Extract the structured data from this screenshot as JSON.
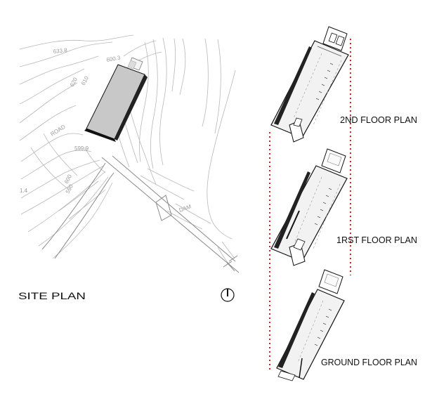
{
  "site_plan": {
    "title": "SITE PLAN",
    "contour_labels": [
      "633.8",
      "600.3",
      "620",
      "610",
      "ROAD",
      "599.9",
      "600",
      "590",
      "DAM",
      "1.4"
    ],
    "north_arrow_icon": "north-arrow-icon"
  },
  "floor_plans": [
    {
      "label": "2ND FLOOR PLAN"
    },
    {
      "label": "1RST FLOOR PLAN"
    },
    {
      "label": "GROUND FLOOR PLAN"
    }
  ],
  "colors": {
    "alignment_line": "#d42020",
    "contour": "#b8b8b8",
    "building_fill": "#c8c8c8",
    "plan_fill": "#f2f2f2",
    "wall": "#111111"
  }
}
